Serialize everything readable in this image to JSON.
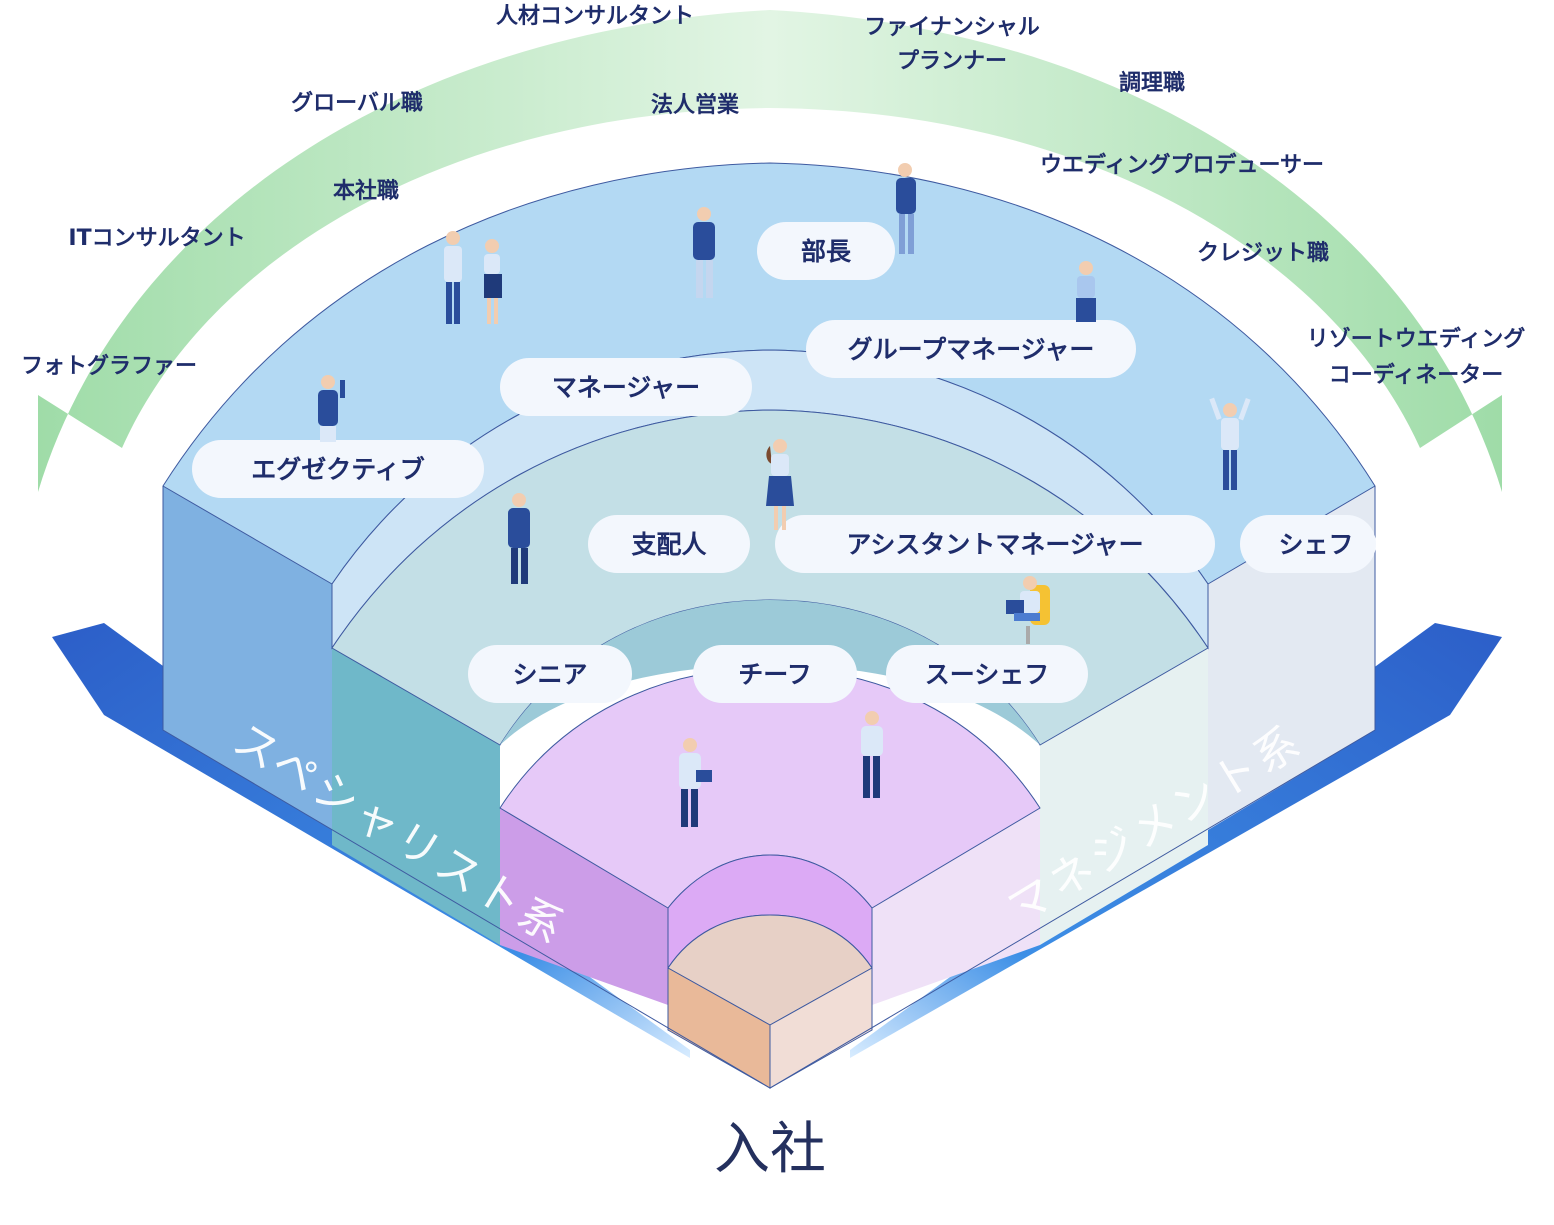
{
  "colors": {
    "arc_band": "#a8e2b0",
    "outer_ring": "#b3d9f3",
    "middle_ring": "#cbe4f5",
    "inner_ring": "#c2dfe8",
    "core_ring": "#e7c6f7",
    "center_top": "#e6d0c8",
    "text_dark": "#1f2d6b",
    "track_blue": "#2f6ed1"
  },
  "outer_arc_jobs": [
    "人材コンサルタント",
    "ファイナンシャル",
    "プランナー",
    "グローバル職",
    "法人営業",
    "調理職",
    "本社職",
    "ウエディングプロデューサー",
    "ITコンサルタント",
    "クレジット職",
    "フォトグラファー",
    "リゾートウエディング",
    "コーディネーター"
  ],
  "positions": [
    "部長",
    "グループマネージャー",
    "マネージャー",
    "エグゼクティブ",
    "支配人",
    "アシスタントマネージャー",
    "シェフ",
    "シニア",
    "チーフ",
    "スーシェフ"
  ],
  "tracks": {
    "specialist": "スペシャリスト系",
    "management": "マネジメント系"
  },
  "entry_label": "入社",
  "icons": [
    "person-icon-walking-man",
    "person-icon-talking-pair",
    "person-icon-standing-woman",
    "person-icon-waving-man",
    "person-icon-cheering-person",
    "person-icon-walking-woman",
    "person-icon-businessman",
    "person-icon-woman-laptop-chair",
    "person-icon-man-laptop",
    "person-icon-man-phone"
  ]
}
